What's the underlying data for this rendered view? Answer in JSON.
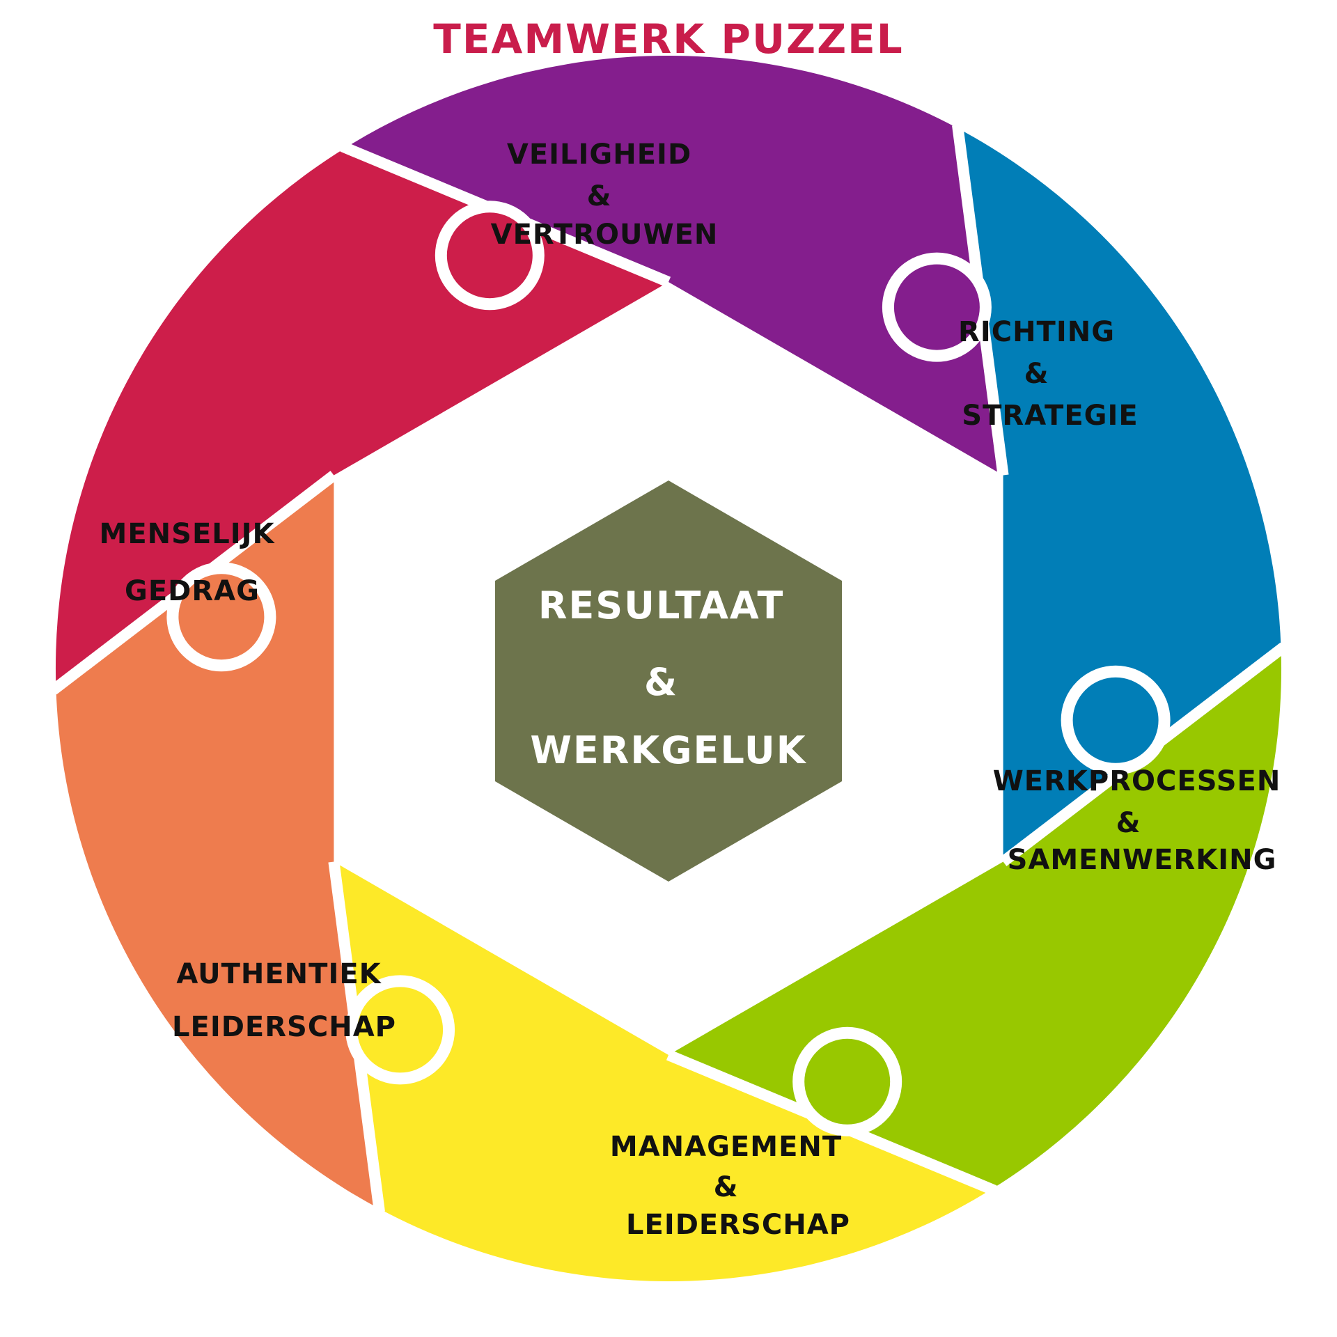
{
  "title": "TEAMWERK PUZZEL",
  "colors": {
    "title": "#c91d4b",
    "center": "#6d744c",
    "background": "#ffffff",
    "text": "#111111"
  },
  "segments": [
    {
      "id": "veiligheid",
      "color": "#cd1e4a",
      "lines": [
        "VEILIGHEID",
        "&",
        "VERTROUWEN"
      ]
    },
    {
      "id": "richting",
      "color": "#841e8d",
      "lines": [
        "RICHTING",
        "&",
        "STRATEGIE"
      ]
    },
    {
      "id": "werkprocessen",
      "color": "#017eb7",
      "lines": [
        "WERKPROCESSEN",
        "&",
        "SAMENWERKING"
      ]
    },
    {
      "id": "management",
      "color": "#98c800",
      "lines": [
        "MANAGEMENT",
        "&",
        "LEIDERSCHAP"
      ]
    },
    {
      "id": "authentiek",
      "color": "#fde928",
      "lines": [
        "AUTHENTIEK",
        "LEIDERSCHAP"
      ]
    },
    {
      "id": "menselijk",
      "color": "#ee7c4e",
      "lines": [
        "MENSELIJK",
        "GEDRAG"
      ]
    }
  ],
  "center": {
    "lines": [
      "RESULTAAT",
      "&",
      "WERKGELUK"
    ]
  }
}
